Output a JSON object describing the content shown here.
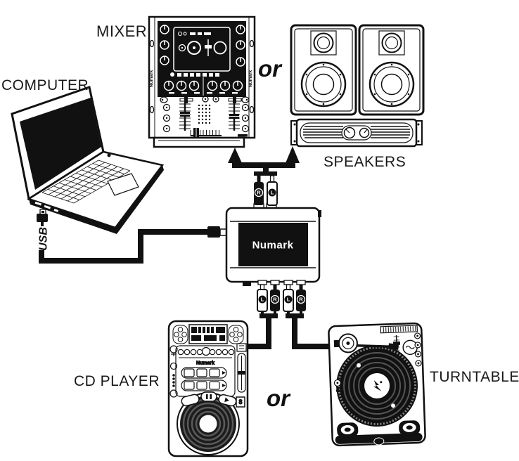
{
  "page": {
    "background": "#ffffff",
    "ink": "#1a1a1a"
  },
  "labels": {
    "computer": "COMPUTER",
    "mixer": "MIXER",
    "or_top": "or",
    "speakers": "SPEAKERS",
    "cd_player": "CD PLAYER",
    "or_bottom": "or",
    "turntable": "TURNTABLE"
  },
  "device_text": {
    "brand": "Numark",
    "usb": "USB",
    "rca_left": "L",
    "rca_right": "R",
    "cd_badge": "8"
  },
  "connections": [
    {
      "from": "computer",
      "to": "audio-interface",
      "via": "USB cable"
    },
    {
      "from": "audio-interface-output",
      "to": "mixer OR speakers",
      "via": "RCA pair R/L with arrows"
    },
    {
      "from": "audio-interface-input-1",
      "to": "cd-player",
      "via": "RCA pair L/R"
    },
    {
      "from": "audio-interface-input-2",
      "to": "turntable",
      "via": "RCA pair L/R"
    }
  ]
}
